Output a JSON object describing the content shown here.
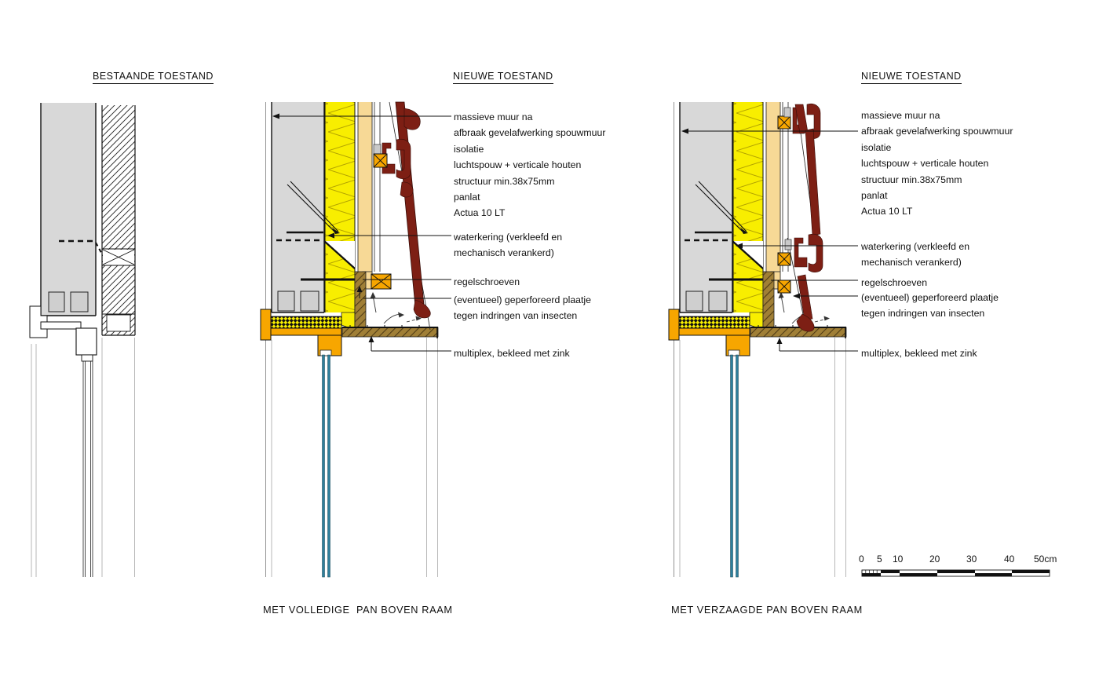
{
  "drawing": {
    "type": "architectural-detail-section",
    "panels": [
      {
        "title": "BESTAANDE TOESTAND",
        "caption": ""
      },
      {
        "title": "NIEUWE TOESTAND",
        "caption": "MET VOLLEDIGE  PAN BOVEN RAAM"
      },
      {
        "title": "NIEUWE TOESTAND",
        "caption": "MET VERZAAGDE PAN BOVEN RAAM"
      }
    ],
    "annotations": {
      "wall_stack": [
        "massieve muur na",
        "afbraak gevelafwerking spouwmuur",
        "isolatie",
        "luchtspouw + verticale houten",
        "structuur min.38x75mm",
        "panlat",
        "Actua 10 LT"
      ],
      "waterkering": [
        "waterkering (verkleefd en",
        "mechanisch verankerd)"
      ],
      "regelschroeven": "regelschroeven",
      "insect_plate": [
        "(eventueel) geperforeerd plaatje",
        "tegen indringen van insecten"
      ],
      "multiplex": "multiplex, bekleed met zink"
    },
    "scalebar": {
      "labels": [
        "0",
        "5",
        "10",
        "20",
        "30",
        "40",
        "50cm"
      ],
      "unit": "cm"
    },
    "colors": {
      "wall_gray": "#d8d8d8",
      "insulation_yellow": "#f8ee00",
      "batten_tan": "#f7d996",
      "tile_maroon": "#7d1f14",
      "frame_orange": "#f7a600",
      "multiplex_brown": "#a07f36",
      "glazing_blue": "#2e7f9c",
      "line_black": "#111111"
    }
  }
}
